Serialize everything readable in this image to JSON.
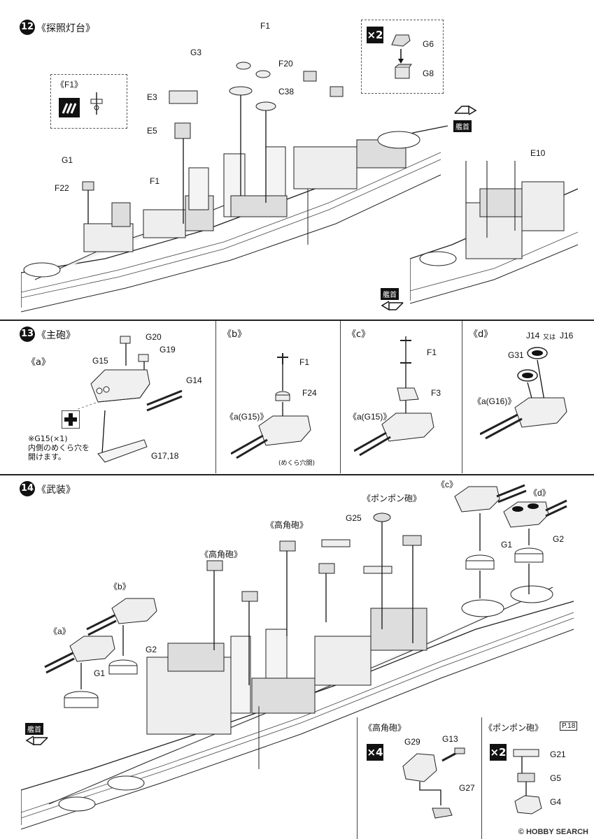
{
  "step12": {
    "number": "12",
    "title": "《探照灯台》",
    "labels": {
      "f1_top": "F1",
      "f20": "F20",
      "c38": "C38",
      "g3": "G3",
      "e3": "E3",
      "e5": "E5",
      "g1": "G1",
      "f22": "F22",
      "f1_mid": "F1",
      "g6": "G6",
      "g8": "G8",
      "e10": "E10"
    },
    "detail_title": "《F1》",
    "mult": "×2",
    "bow_label": "艦首"
  },
  "step13": {
    "number": "13",
    "title": "《主砲》",
    "a": {
      "title": "《a》",
      "labels": {
        "g20": "G20",
        "g19": "G19",
        "g15": "G15",
        "g14": "G14",
        "g17": "G17,18"
      },
      "note": "※G15(×1)\n内側のめくら穴を\n開けます。"
    },
    "b": {
      "title": "《b》",
      "labels": {
        "f1": "F1",
        "f24": "F24"
      },
      "ref": "《a(G15)》",
      "caption": "(めくら穴開)"
    },
    "c": {
      "title": "《c》",
      "labels": {
        "f1": "F1",
        "f3": "F3"
      },
      "ref": "《a(G15)》"
    },
    "d": {
      "title": "《d》",
      "labels": {
        "j14": "J14",
        "or": "又は",
        "j16": "J16",
        "g31": "G31"
      },
      "ref": "《a(G16)》"
    }
  },
  "step14": {
    "number": "14",
    "title": "《武装》",
    "labels": {
      "pompom_top": "《ポンポン砲》",
      "c": "《c》",
      "d": "《d》",
      "g25": "G25",
      "koukaku1": "《高角砲》",
      "koukaku2": "《高角砲》",
      "g1_right": "G1",
      "g2_right": "G2",
      "b": "《b》",
      "a": "《a》",
      "g2_left": "G2",
      "g1_left": "G1"
    },
    "bow_label": "艦首",
    "inset_koukaku": {
      "title": "《高角砲》",
      "mult": "×4",
      "labels": {
        "g29": "G29",
        "g13": "G13",
        "g27": "G27"
      }
    },
    "inset_pompom": {
      "title": "《ポンポン砲》",
      "page_ref": "P.18",
      "mult": "×2",
      "labels": {
        "g21": "G21",
        "g5": "G5",
        "g4": "G4"
      }
    }
  },
  "watermark": "© HOBBY SEARCH"
}
